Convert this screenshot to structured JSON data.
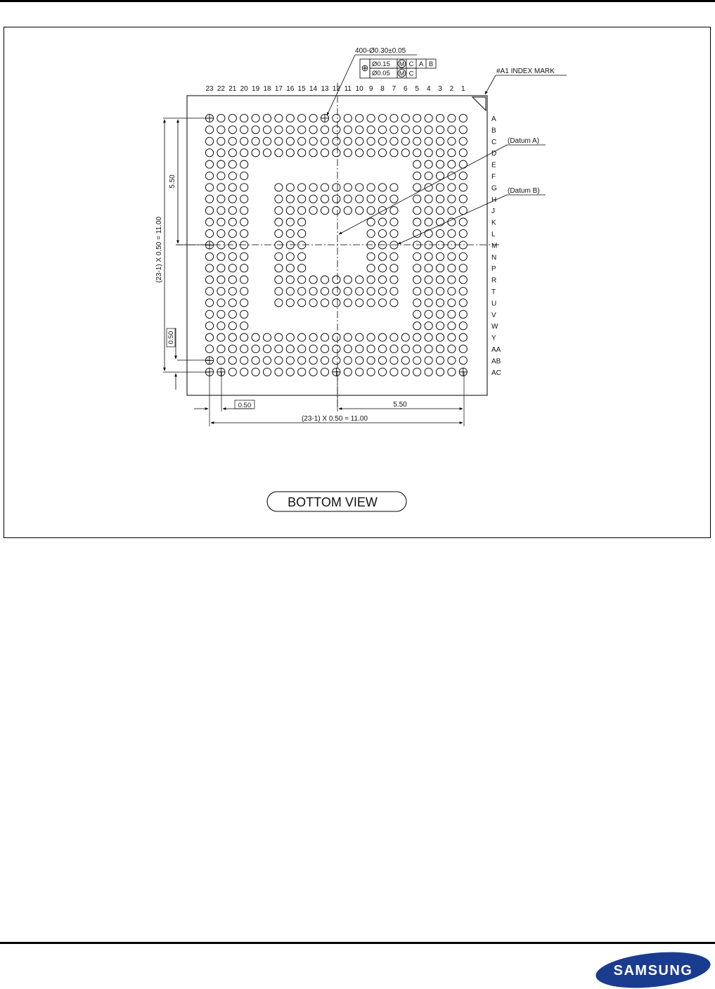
{
  "drawing": {
    "columns": [
      "23",
      "22",
      "21",
      "20",
      "19",
      "18",
      "17",
      "16",
      "15",
      "14",
      "13",
      "12",
      "11",
      "10",
      "9",
      "8",
      "7",
      "6",
      "5",
      "4",
      "3",
      "2",
      "1"
    ],
    "rows": [
      "A",
      "B",
      "C",
      "D",
      "E",
      "F",
      "G",
      "H",
      "J",
      "K",
      "L",
      "M",
      "N",
      "P",
      "R",
      "T",
      "U",
      "V",
      "W",
      "Y",
      "AA",
      "AB",
      "AC"
    ],
    "ball_callout": "400-Ø0.30±0.05",
    "tolerance_rows": [
      {
        "value": "Ø0.15",
        "modifier": "M",
        "datums": [
          "C",
          "A",
          "B"
        ]
      },
      {
        "value": "Ø0.05",
        "modifier": "M",
        "datums": [
          "C"
        ]
      }
    ],
    "position_symbol": "⊕",
    "index_mark": "#A1 INDEX MARK",
    "datum_a": "(Datum A)",
    "datum_b": "(Datum B)",
    "dim_left_half": "5.50",
    "dim_left_total": "(23-1) X 0.50 = 11.00",
    "dim_left_pitch": "0.50",
    "dim_bottom_pitch": "0.50",
    "dim_bottom_half": "5.50",
    "dim_bottom_total": "(23-1) X 0.50 = 11.00",
    "view_label": "BOTTOM VIEW"
  },
  "footer": {
    "logo_text": "SAMSUNG",
    "logo_color": "#1a3c8f"
  }
}
